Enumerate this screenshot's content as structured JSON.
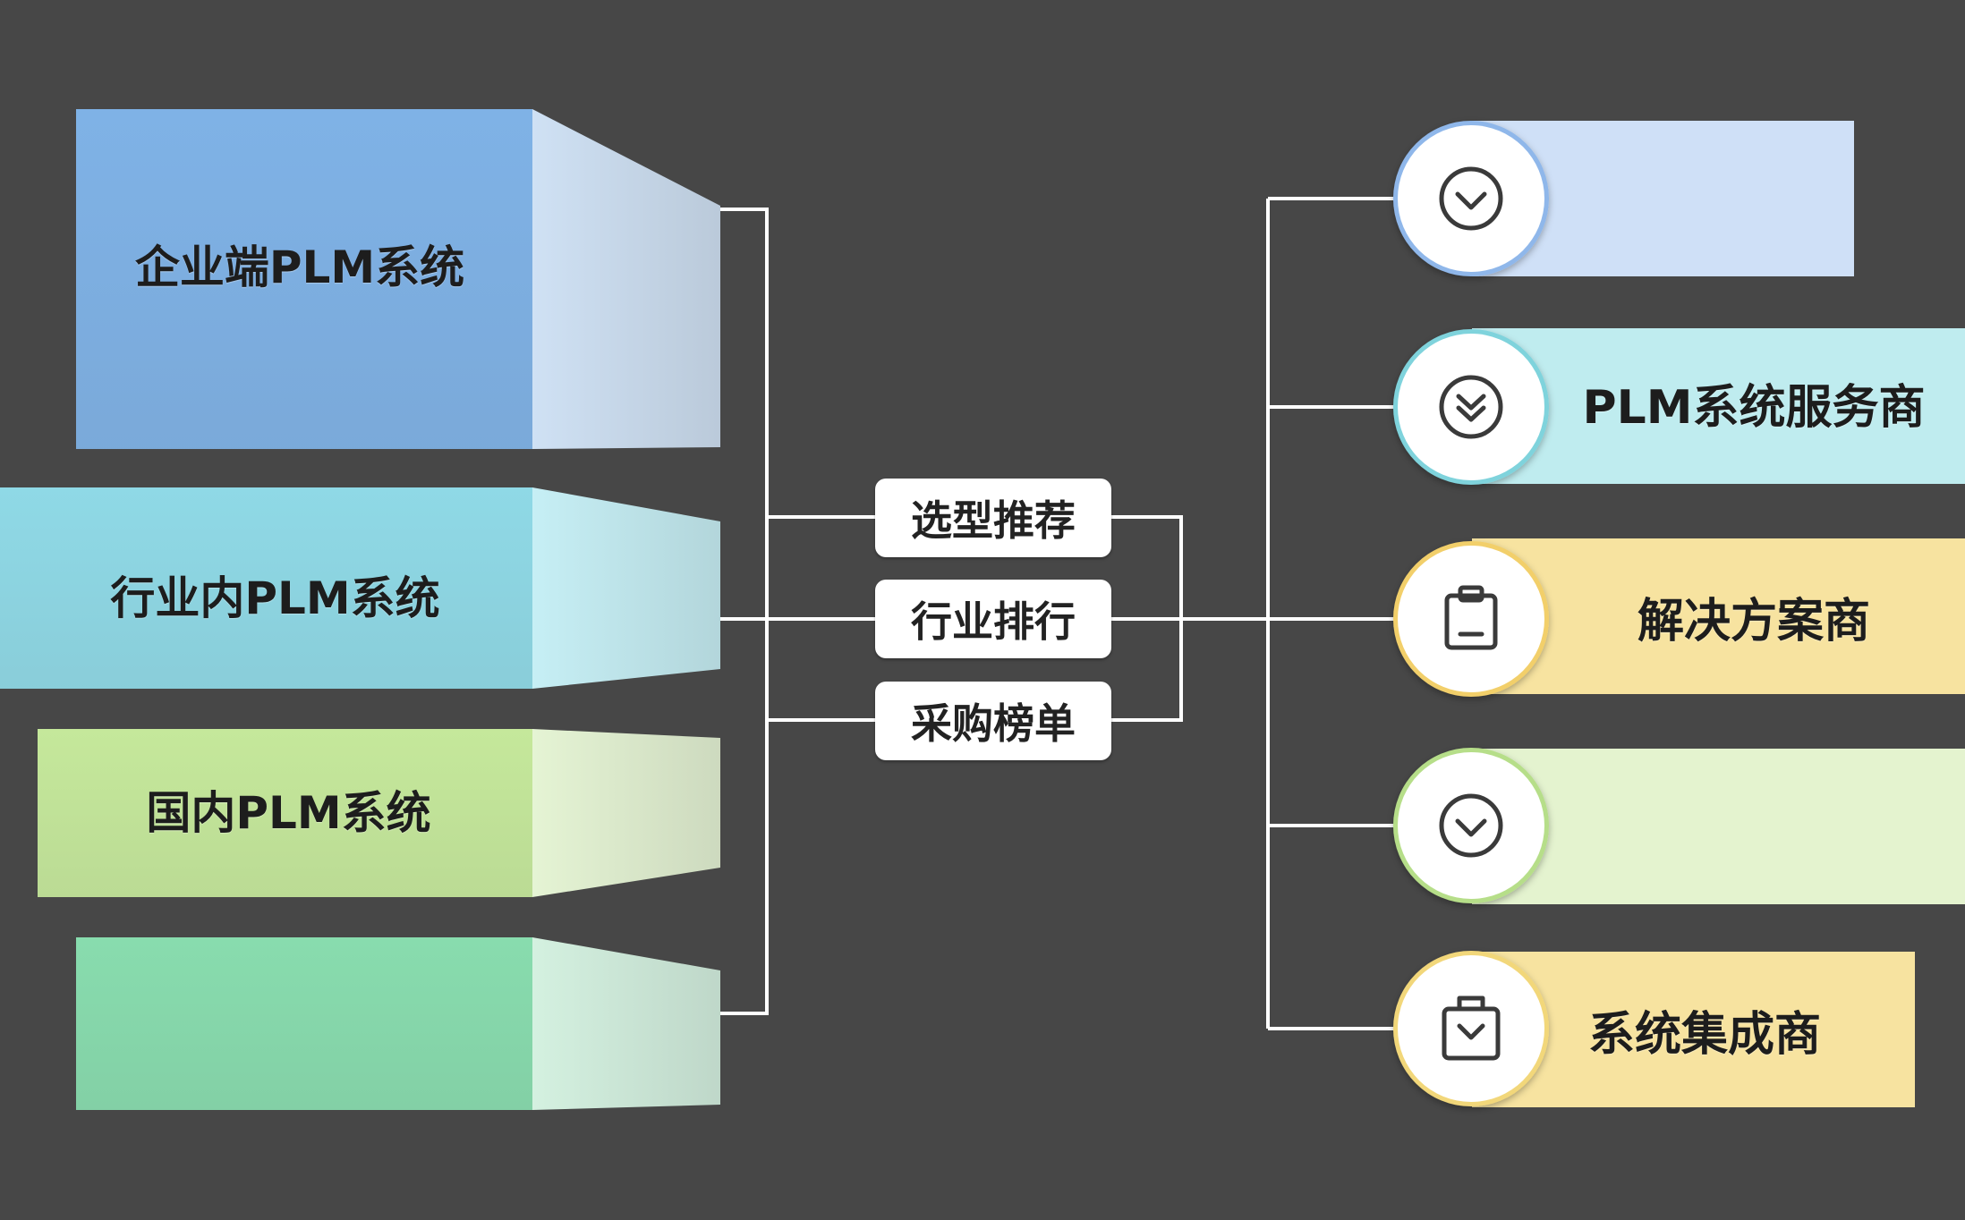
{
  "left_panels": [
    {
      "label": "企业端PLM系统",
      "color": "#7fb2e6",
      "light": "#cfe1f4"
    },
    {
      "label": "行业内PLM系统",
      "color": "#8fd9e6",
      "light": "#c6eff5"
    },
    {
      "label": "国内PLM系统",
      "color": "#c5e89b",
      "light": "#e5f4d4"
    },
    {
      "label": "",
      "color": "#88dcae",
      "light": "#d4f1e0"
    }
  ],
  "center_pills": [
    {
      "label": "选型推荐"
    },
    {
      "label": "行业排行"
    },
    {
      "label": "采购榜单"
    }
  ],
  "right_items": [
    {
      "label": "",
      "icon": "chevron-down-circle-icon",
      "color": "#cfe0f7",
      "ring": "#8fb7ea"
    },
    {
      "label": "PLM系统服务商",
      "icon": "double-chevron-down-icon",
      "color": "#bfecef",
      "ring": "#7fd3dc"
    },
    {
      "label": "解决方案商",
      "icon": "clipboard-icon",
      "color": "#f7e3a0",
      "ring": "#f2cf6a"
    },
    {
      "label": "",
      "icon": "chevron-down-circle-icon",
      "color": "#e4f3cf",
      "ring": "#b6de89"
    },
    {
      "label": "系统集成商",
      "icon": "shopping-bag-icon",
      "color": "#f7e3a0",
      "ring": "#f2d77a"
    }
  ]
}
